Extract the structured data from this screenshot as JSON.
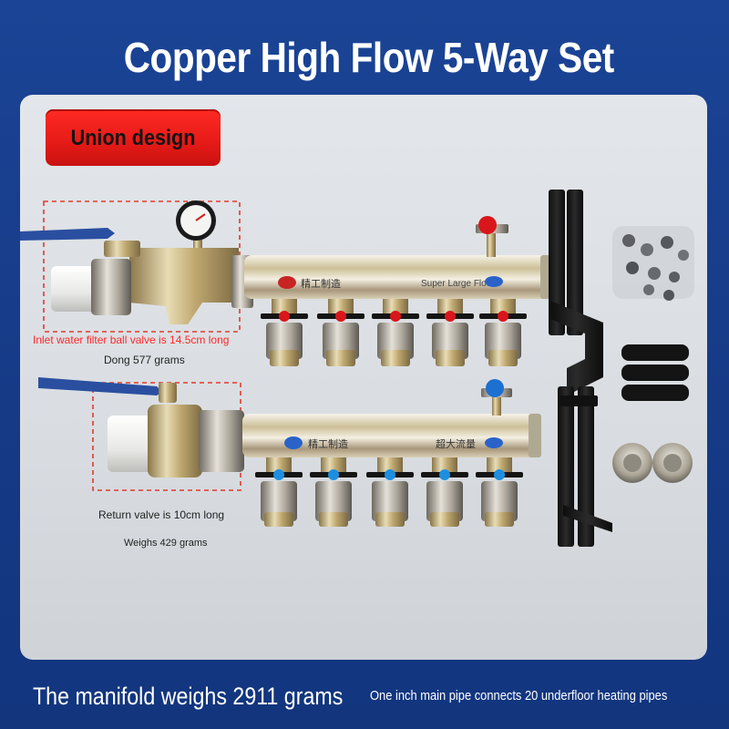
{
  "title": "Copper High Flow 5-Way Set",
  "badge": "Union design",
  "captions": {
    "inlet_length": "Inlet water filter ball valve is 14.5cm long",
    "inlet_weight": "Dong 577 grams",
    "return_length": "Return valve is 10cm long",
    "return_weight": "Weighs 429 grams"
  },
  "manifold_labels": {
    "top_cn": "精工制造",
    "top_en": "Super Large Flow",
    "bottom_cn": "精工制造",
    "bottom_big": "超大流量"
  },
  "footer": {
    "left": "The manifold weighs 2911 grams",
    "right": "One inch main pipe connects 20 underfloor heating pipes"
  },
  "colors": {
    "background": "#1a3f8c",
    "panel": "#dcdfe3",
    "badge": "#e51a17",
    "inlet_caption": "#ff2a2a",
    "top_handle": "#d9161b",
    "bottom_handle": "#1d8fe0",
    "brass": "#c9b27a",
    "chrome": "#d8d4c8",
    "bracket": "#1c1c1c"
  },
  "ports_per_manifold": 5
}
